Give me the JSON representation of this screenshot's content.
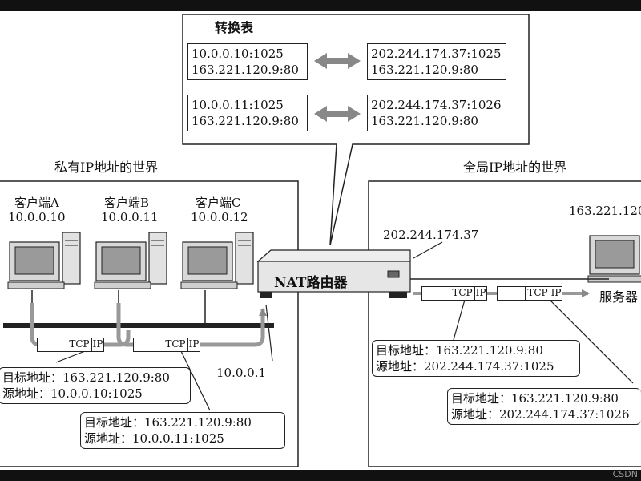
{
  "table": {
    "title": "转换表",
    "rows": [
      {
        "left": [
          "10.0.0.10:1025",
          "163.221.120.9:80"
        ],
        "right": [
          "202.244.174.37:1025",
          "163.221.120.9:80"
        ]
      },
      {
        "left": [
          "10.0.0.11:1025",
          "163.221.120.9:80"
        ],
        "right": [
          "202.244.174.37:1026",
          "163.221.120.9:80"
        ]
      }
    ]
  },
  "private_world": {
    "title": "私有IP地址的世界",
    "clients": [
      {
        "name": "客户端A",
        "ip": "10.0.0.10"
      },
      {
        "name": "客户端B",
        "ip": "10.0.0.11"
      },
      {
        "name": "客户端C",
        "ip": "10.0.0.12"
      }
    ],
    "router_internal_ip": "10.0.0.1",
    "packet_labels": {
      "tcp": "TCP",
      "ip": "IP"
    },
    "info_a": {
      "dst": "目标地址：163.221.120.9:80",
      "src": "源地址：10.0.0.10:1025"
    },
    "info_b": {
      "dst": "目标地址：163.221.120.9:80",
      "src": "源地址：10.0.0.11:1025"
    }
  },
  "global_world": {
    "title": "全局IP地址的世界",
    "router_external_ip": "202.244.174.37",
    "server_ip": "163.221.120",
    "server_label": "服务器",
    "info_1": {
      "dst": "目标地址：163.221.120.9:80",
      "src": "源地址：202.244.174.37:1025"
    },
    "info_2": {
      "dst": "目标地址：163.221.120.9:80",
      "src": "源地址：202.244.174.37:1026"
    }
  },
  "router": {
    "label": "NAT路由器"
  },
  "watermark": "CSDN"
}
